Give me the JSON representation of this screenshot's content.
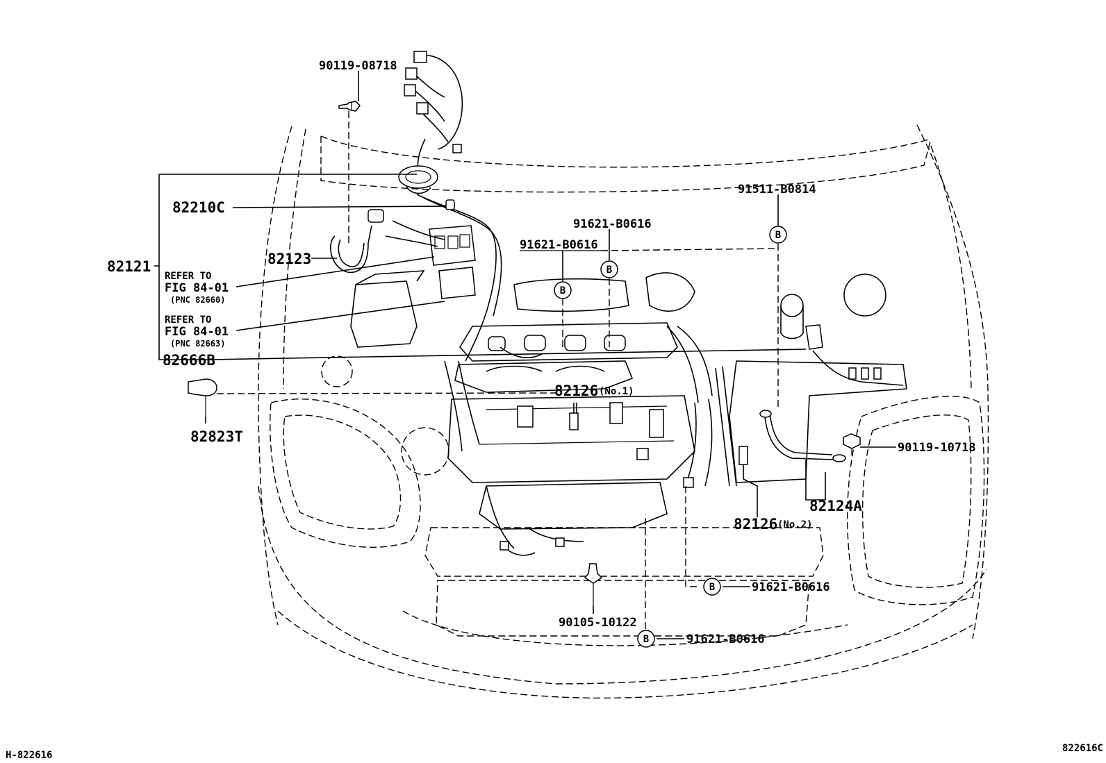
{
  "labels": {
    "p90119_08718": "90119-08718",
    "p82210C": "82210C",
    "p82121": "82121",
    "p82123": "82123",
    "refer1_line1": "REFER TO",
    "refer1_line2": "FIG 84-01",
    "refer1_line3": "(PNC 82660)",
    "refer2_line1": "REFER TO",
    "refer2_line2": "FIG 84-01",
    "refer2_line3": "(PNC 82663)",
    "p82666B": "82666B",
    "p82823T": "82823T",
    "p91511_B0814": "91511-B0814",
    "p91621_B0616_a": "91621-B0616",
    "p91621_B0616_b": "91621-B0616",
    "p82126_no1": "82126",
    "p82126_no1_sub": "(No.1)",
    "p90119_10718": "90119-10718",
    "p82124A": "82124A",
    "p82126_no2": "82126",
    "p82126_no2_sub": "(No.2)",
    "p91621_B0616_c": "91621-B0616",
    "p90105_10122": "90105-10122",
    "p91621_B0616_d": "91621-B0616",
    "marker_b": "B"
  },
  "footer": {
    "left_code": "H-822616",
    "right_code": "822616C"
  }
}
